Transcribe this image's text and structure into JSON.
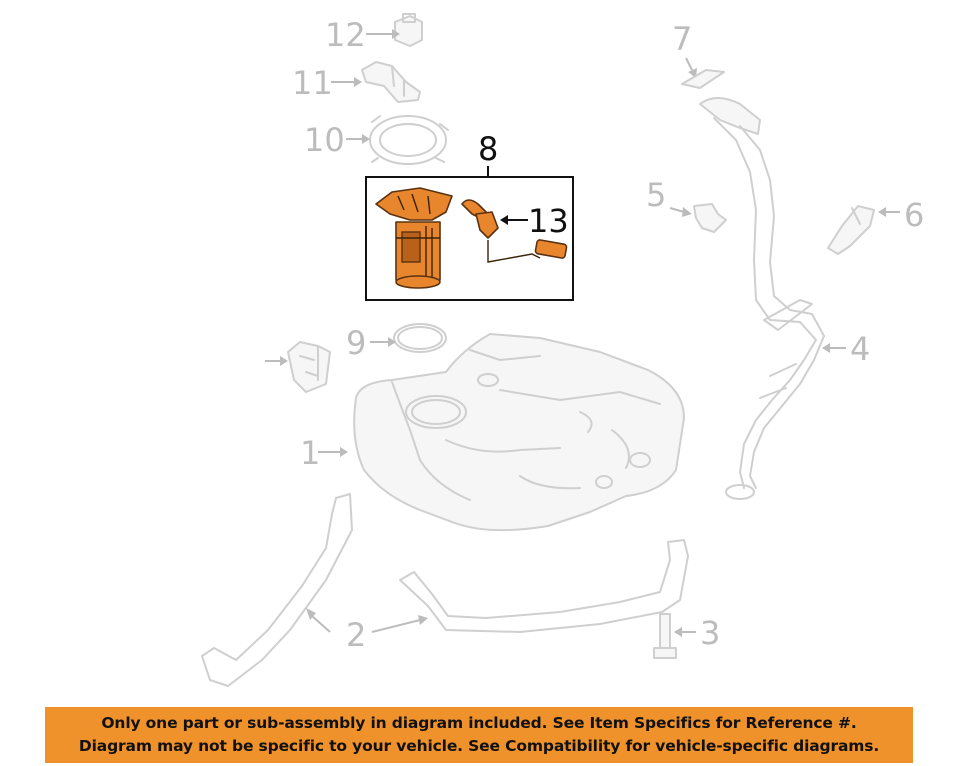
{
  "diagram": {
    "callouts": {
      "c1": "1",
      "c2": "2",
      "c3": "3",
      "c4": "4",
      "c5": "5",
      "c6": "6",
      "c7": "7",
      "c8": "8",
      "c9": "9",
      "c10": "10",
      "c11": "11",
      "c12": "12",
      "c13": "13"
    },
    "highlight_color": "#e8862e",
    "ghost_color": "#cfcfcf"
  },
  "banner": {
    "line1": "Only one part or sub-assembly in diagram included. See Item Specifics for Reference #.",
    "line2": "Diagram may not be specific to your vehicle. See Compatibility for vehicle-specific diagrams.",
    "background": "#f0922b"
  }
}
